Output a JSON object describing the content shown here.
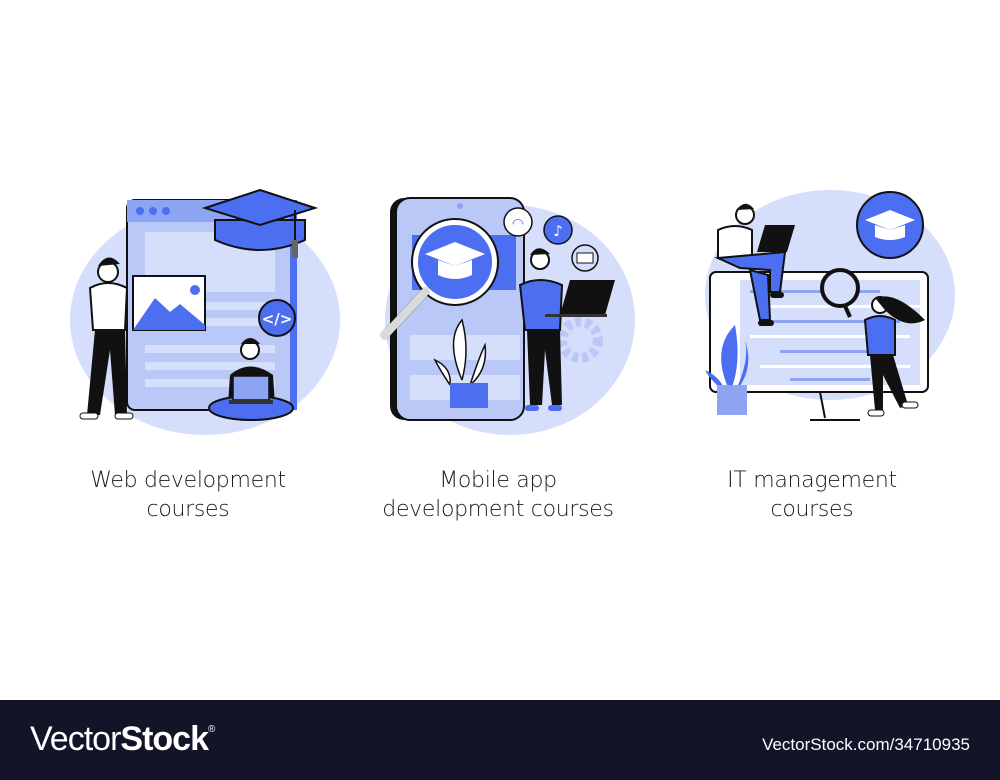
{
  "colors": {
    "accent": "#4C6EF0",
    "light_blue": "#B9C8F7",
    "pale_blue": "#D5DEFA",
    "ink": "#111111",
    "footer_bg": "#131428"
  },
  "illustrations": [
    {
      "caption_line1": "Web development",
      "caption_line2": "courses",
      "icons": [
        "browser-window-icon",
        "graduation-cap-icon",
        "image-icon",
        "code-tag-icon",
        "laptop-icon"
      ]
    },
    {
      "caption_line1": "Mobile app",
      "caption_line2": "development courses",
      "icons": [
        "smartphone-icon",
        "magnifier-icon",
        "graduation-cap-icon",
        "wifi-icon",
        "music-note-icon",
        "mail-icon",
        "laptop-icon",
        "gear-icon",
        "plant-icon"
      ]
    },
    {
      "caption_line1": "IT management",
      "caption_line2": "courses",
      "icons": [
        "monitor-icon",
        "laptop-icon",
        "graduation-cap-icon",
        "magnifier-icon",
        "plant-icon"
      ]
    }
  ],
  "footer": {
    "logo_light": "Vector",
    "logo_bold": "Stock",
    "logo_mark": "®",
    "url": "VectorStock.com/34710935"
  }
}
